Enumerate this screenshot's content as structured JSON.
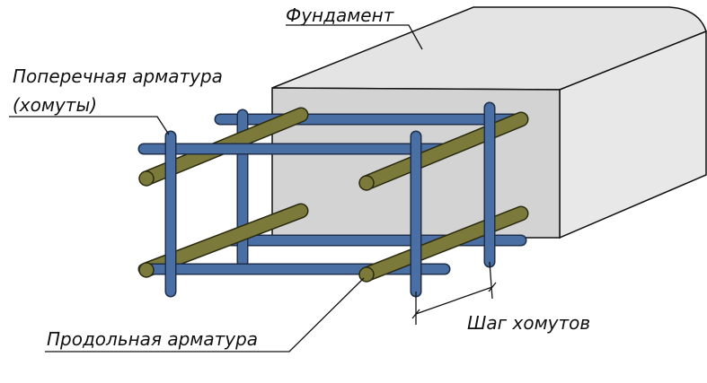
{
  "labels": {
    "foundation": "Фундамент",
    "transverse_line1": "Поперечная арматура",
    "transverse_line2": "(хомуты)",
    "longitudinal": "Продольная арматура",
    "stirrup_spacing": "Шаг хомутов"
  },
  "colors": {
    "concrete_front": "#d3d3d3",
    "concrete_top": "#e4e4e4",
    "concrete_side": "#e8e8e8",
    "stirrup_blue": "#4a6fa5",
    "stirrup_outline": "#1f2f4a",
    "rebar_olive": "#7b7a3a",
    "rebar_outline": "#2a2a10",
    "line": "#111111"
  }
}
